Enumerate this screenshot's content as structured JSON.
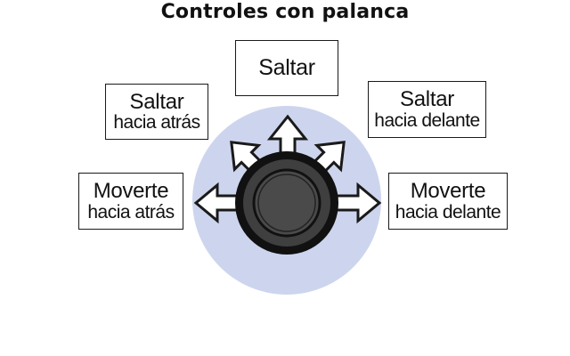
{
  "title": "Controles con palanca",
  "colors": {
    "background_circle": "#cdd5ee",
    "stick_outer": "#111111",
    "stick_inner": "#4a4a4a",
    "arrow_fill": "#ffffff",
    "arrow_stroke": "#1a1a1a",
    "box_border": "#1a1a1a",
    "text": "#111111"
  },
  "labels": {
    "jump": {
      "line1": "Saltar"
    },
    "jump_back": {
      "line1": "Saltar",
      "line2": "hacia atrás"
    },
    "jump_forward": {
      "line1": "Saltar",
      "line2": "hacia delante"
    },
    "move_back": {
      "line1": "Moverte",
      "line2": "hacia atrás"
    },
    "move_forward": {
      "line1": "Moverte",
      "line2": "hacia delante"
    }
  },
  "icons": {
    "joystick": "joystick-icon",
    "arrows": [
      "arrow-up-icon",
      "arrow-up-left-icon",
      "arrow-up-right-icon",
      "arrow-left-icon",
      "arrow-right-icon"
    ]
  }
}
